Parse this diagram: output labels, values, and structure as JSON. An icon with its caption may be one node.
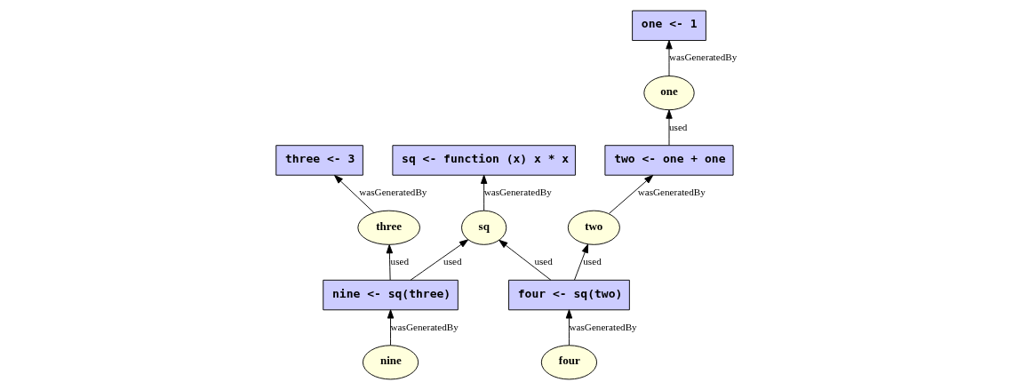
{
  "diagram": {
    "nodes": [
      {
        "text": [
          "one <- 1"
        ]
      },
      {
        "text": [
          "sq <- function (x) x * x"
        ]
      },
      {
        "text": [
          "three <- 3"
        ]
      },
      {
        "text": [
          "one"
        ]
      },
      {
        "text": [
          "sq"
        ]
      },
      {
        "text": [
          "three"
        ]
      },
      {
        "text": [
          "two <- one + one"
        ]
      },
      {
        "text": [
          "four <- sq(two)"
        ]
      },
      {
        "text": [
          "nine <- sq(three)"
        ]
      },
      {
        "text": [
          "two"
        ]
      },
      {
        "text": [
          "four"
        ]
      },
      {
        "text": [
          "nine"
        ]
      }
    ],
    "edges": [
      {
        "from": 3,
        "to": 0,
        "arrow": "to",
        "label": "wasGeneratedBy"
      },
      {
        "from": 6,
        "to": 3,
        "arrow": "to",
        "label": "used"
      },
      {
        "from": 9,
        "to": 6,
        "arrow": "to",
        "label": "wasGeneratedBy"
      },
      {
        "from": 4,
        "to": 1,
        "arrow": "to",
        "label": "wasGeneratedBy"
      },
      {
        "from": 7,
        "to": 4,
        "arrow": "to",
        "label": "used"
      },
      {
        "from": 7,
        "to": 9,
        "arrow": "to",
        "label": "used"
      },
      {
        "from": 10,
        "to": 7,
        "arrow": "to",
        "label": "wasGeneratedBy"
      },
      {
        "from": 5,
        "to": 2,
        "arrow": "to",
        "label": "wasGeneratedBy"
      },
      {
        "from": 8,
        "to": 4,
        "arrow": "to",
        "label": "used"
      },
      {
        "from": 8,
        "to": 5,
        "arrow": "to",
        "label": "used"
      },
      {
        "from": 11,
        "to": 8,
        "arrow": "to",
        "label": "wasGeneratedBy"
      }
    ]
  }
}
